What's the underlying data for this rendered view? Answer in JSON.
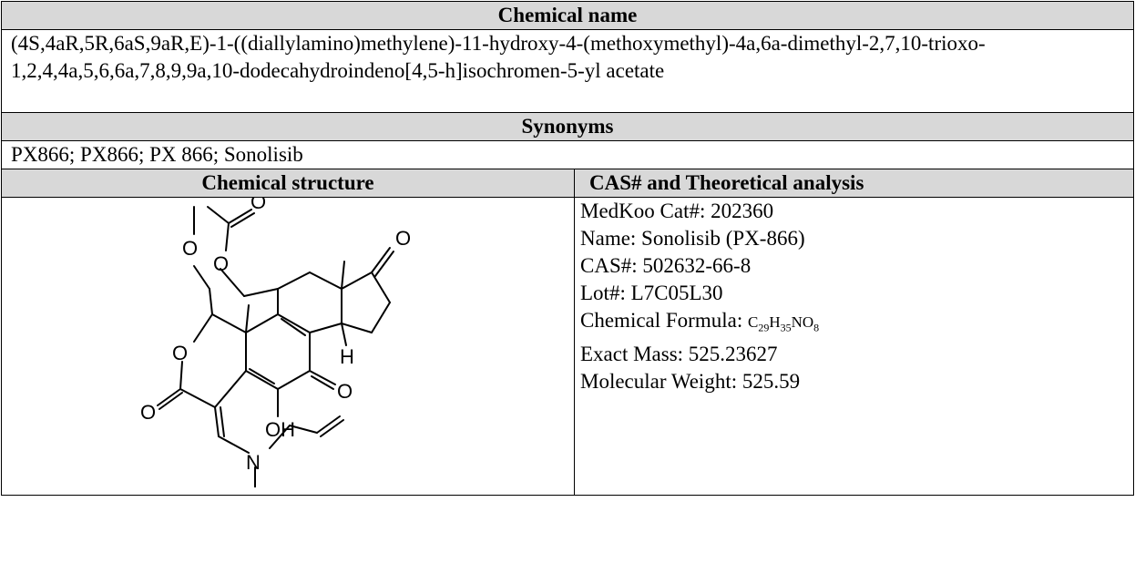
{
  "headers": {
    "chemical_name": "Chemical name",
    "synonyms": "Synonyms",
    "structure": "Chemical structure",
    "analysis": "CAS# and Theoretical analysis"
  },
  "chemical_name": "(4S,4aR,5R,6aS,9aR,E)-1-((diallylamino)methylene)-11-hydroxy-4-(methoxymethyl)-4a,6a-dimethyl-2,7,10-trioxo-1,2,4,4a,5,6,6a,7,8,9,9a,10-dodecahydroindeno[4,5-h]isochromen-5-yl acetate",
  "synonyms": "PX866; PX866; PX 866; Sonolisib",
  "structure_labels": {
    "o1": "O",
    "o2": "O",
    "o3": "O",
    "o4": "O",
    "o5": "O",
    "o6": "O",
    "o7": "O",
    "oh": "OH",
    "h": "H",
    "n": "N"
  },
  "analysis": {
    "cat": "MedKoo Cat#: 202360",
    "name": "Name: Sonolisib (PX-866)",
    "cas": "CAS#: 502632-66-8",
    "lot": "Lot#: L7C05L30",
    "formula_label": "Chemical Formula: ",
    "formula": {
      "c": "C",
      "c_n": "29",
      "h": "H",
      "h_n": "35",
      "n": "N",
      "o": "O",
      "o_n": "8"
    },
    "exact_mass": "Exact Mass: 525.23627",
    "mol_weight": "Molecular Weight: 525.59"
  }
}
